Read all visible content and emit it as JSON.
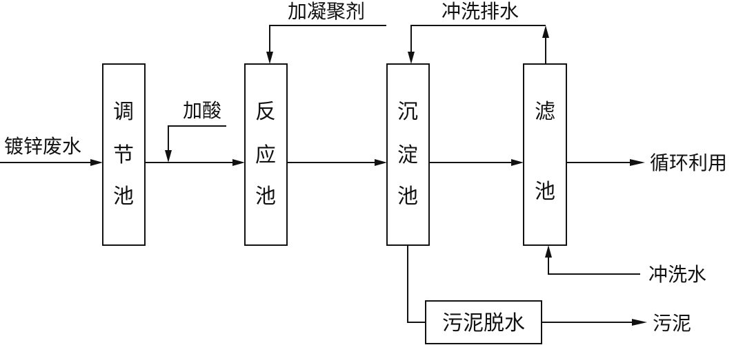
{
  "inputs": {
    "wastewater": "镀锌废水",
    "acid": "加酸",
    "coagulant": "加凝聚剂",
    "wash_water": "冲洗水"
  },
  "outputs": {
    "backwash_drain": "冲洗排水",
    "reuse": "循环利用",
    "sludge": "污泥"
  },
  "units": {
    "regulating_tank": [
      "调",
      "节",
      "池"
    ],
    "reaction_tank": [
      "反",
      "应",
      "池"
    ],
    "sedimentation_tank": [
      "沉",
      "淀",
      "池"
    ],
    "filter_tank": [
      "滤",
      "池"
    ],
    "sludge_dewatering": "污泥脱水"
  }
}
